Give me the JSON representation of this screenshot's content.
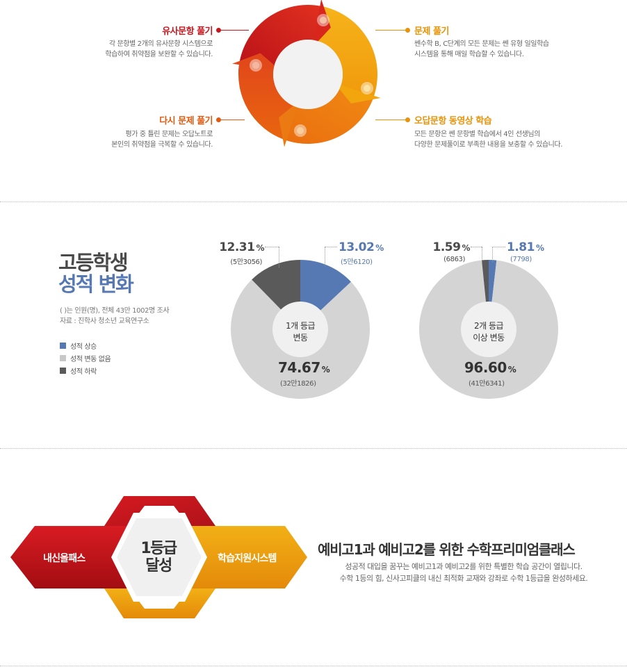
{
  "cycle": {
    "items": [
      {
        "title": "유사문항 풀기",
        "desc": [
          "각 문항별 2개의 유사문항 시스템으로",
          "학습하여 취약점을 보완할 수 있습니다."
        ],
        "color": "#c8161d"
      },
      {
        "title": "문제 풀기",
        "desc": [
          "쎈수학 B, C단계의 모든 문제는 쎈 유형 일일학습",
          "시스템을 통해 매일 학습할 수 있습니다."
        ],
        "color": "#e8940a"
      },
      {
        "title": "다시 문제 풀기",
        "desc": [
          "평가 중 틀린 문제는 오답노트로",
          "본인의 취약점을 극복할 수 있습니다."
        ],
        "color": "#e05a10"
      },
      {
        "title": "오답문항 동영상 학습",
        "desc": [
          "모든 문항은 쎈 문항별 학습에서 4인 선생님의",
          "다양한 문제풀이로 부족한 내용을 보충할 수 있습니다."
        ],
        "color": "#e8940a"
      }
    ],
    "colors": {
      "red": "#c8161d",
      "orange_red": "#e05a10",
      "orange": "#ee7b12",
      "yellow": "#f2a50c"
    }
  },
  "stats": {
    "title_line1": "고등학생",
    "title_line2": "성적 변화",
    "note_line1": "( )는 인원(명), 전체 43만 1002명 조사",
    "note_line2": "자료 : 진학사 청소년 교육연구소",
    "legend": [
      {
        "label": "성적 상승",
        "color": "#5679b3"
      },
      {
        "label": "성적 변동 없음",
        "color": "#c8c8c8"
      },
      {
        "label": "성적 하락",
        "color": "#5a5a5a"
      }
    ]
  },
  "chart_data": [
    {
      "type": "pie",
      "center_label": [
        "1개 등급",
        "변동"
      ],
      "slices": [
        {
          "label": "성적 상승",
          "value": 13.02,
          "count": "(5만6120)",
          "color": "#5679b3"
        },
        {
          "label": "성적 변동 없음",
          "value": 74.67,
          "count": "(32만1826)",
          "color": "#d4d4d4"
        },
        {
          "label": "성적 하락",
          "value": 12.31,
          "count": "(5만3056)",
          "color": "#5a5a5a"
        }
      ]
    },
    {
      "type": "pie",
      "center_label": [
        "2개 등급",
        "이상 변동"
      ],
      "slices": [
        {
          "label": "성적 상승",
          "value": 1.81,
          "count": "(7798)",
          "color": "#5679b3"
        },
        {
          "label": "성적 변동 없음",
          "value": 96.6,
          "count": "(41만6341)",
          "color": "#d4d4d4"
        },
        {
          "label": "성적 하락",
          "value": 1.59,
          "count": "(6863)",
          "color": "#5a5a5a"
        }
      ]
    }
  ],
  "promo": {
    "left_label": "내신올패스",
    "right_label": "학습지원시스템",
    "center_line1": "1등급",
    "center_line2": "달성",
    "title": "예비고1과 예비고2를 위한 수학프리미엄클래스",
    "desc_line1": "성공적 대입을 꿈꾸는 예비고1과 예비고2를 위한 특별한 학습 공간이 열립니다.",
    "desc_line2": "수학 1등의 힘, 신사고피클의 내신 최적화 교재와 강좌로 수학 1등급을 완성하세요."
  },
  "pct_symbol": "%"
}
